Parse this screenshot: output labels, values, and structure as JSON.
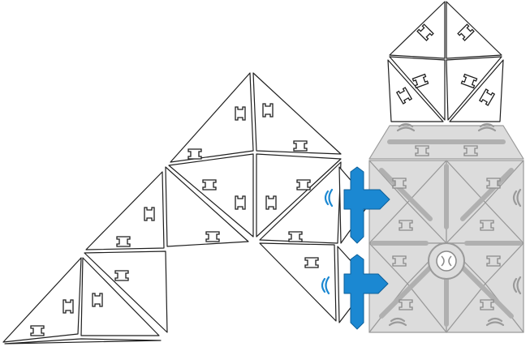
{
  "diagram": {
    "description_visible_text": "",
    "colors": {
      "outline": "#1f1f1f",
      "white_tile": "#ffffff",
      "grey_tile": "#dcdcdc",
      "grey_clip": "#c4c4c4",
      "grey_line": "#9a9a9a",
      "accent_blue": "#1b88d2"
    },
    "parts": {
      "white_triangles": 20,
      "grey_triangles": 14,
      "blue_connectors": 2
    },
    "icons": [
      "snap-clip-icon",
      "arc-mark-icon",
      "cross-connector-icon",
      "hub-ring-icon"
    ]
  }
}
